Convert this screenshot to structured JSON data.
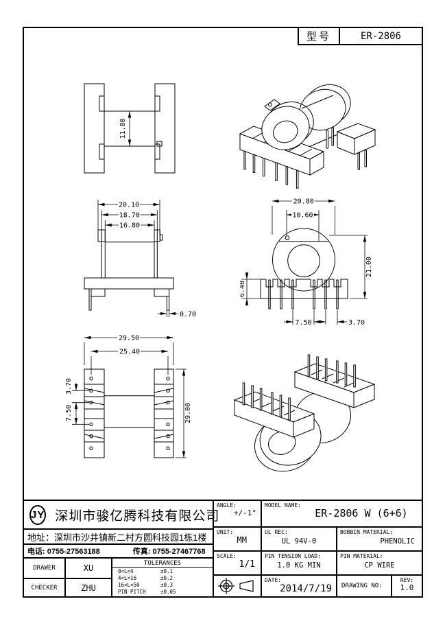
{
  "header": {
    "model_label": "型号",
    "model_value": "ER-2806"
  },
  "views": {
    "end": {
      "bore": "11.80"
    },
    "side": {
      "w_outer": "20.10",
      "w_mid": "18.70",
      "w_inner": "16.80",
      "pin_dia": "0.70"
    },
    "front": {
      "flange_w": "20.80",
      "hole_w": "10.60",
      "height": "21.00",
      "base_h": "6.40",
      "pitch_a": "7.50",
      "pitch_b": "3.70"
    },
    "top": {
      "len_outer": "29.50",
      "pin_span": "25.40",
      "pitch_a": "3.70",
      "pitch_b": "7.50",
      "height": "29.00"
    }
  },
  "company": {
    "logo": "JY",
    "name": "深圳市骏亿腾科技有限公司",
    "address": "地址：深圳市沙井镇新二村方圆科技园1栋1楼",
    "phone": "电话: 0755-27563188",
    "fax": "传真: 0755-27467768"
  },
  "approval": {
    "drawer_label": "DRAWER",
    "drawer": "XU",
    "checker_label": "CHECKER",
    "checker": "ZHU"
  },
  "tolerances": {
    "title": "TOLERANCES",
    "rows": [
      {
        "range": "0<L<4",
        "value": "±0.1"
      },
      {
        "range": "4<L<16",
        "value": "±0.2"
      },
      {
        "range": "16<L<50",
        "value": "±0.3"
      },
      {
        "range": "PIN PITCH",
        "value": "±0.05"
      }
    ]
  },
  "specs": {
    "angle_label": "ANGLE:",
    "angle": "+/-1°",
    "model_label": "MODEL NAME:",
    "model": "ER-2806 W (6+6)",
    "unit_label": "UNIT:",
    "unit": "MM",
    "ul_label": "UL REC:",
    "ul": "UL 94V-0",
    "bobbin_label": "BOBBIN MATERIAL:",
    "bobbin": "PHENOLIC",
    "scale_label": "SCALE:",
    "scale": "1/1",
    "tension_label": "PIN TENSION LOAD:",
    "tension": "1.0 KG MIN",
    "pinmat_label": "PIN MATERIAL:",
    "pinmat": "CP WIRE",
    "date_label": "DATE:",
    "date": "2014/7/19",
    "drawing_no_label": "DRAWING NO:",
    "rev_label": "REV:",
    "rev": "1.0"
  },
  "colors": {
    "line": "#000000",
    "bg": "#ffffff"
  }
}
